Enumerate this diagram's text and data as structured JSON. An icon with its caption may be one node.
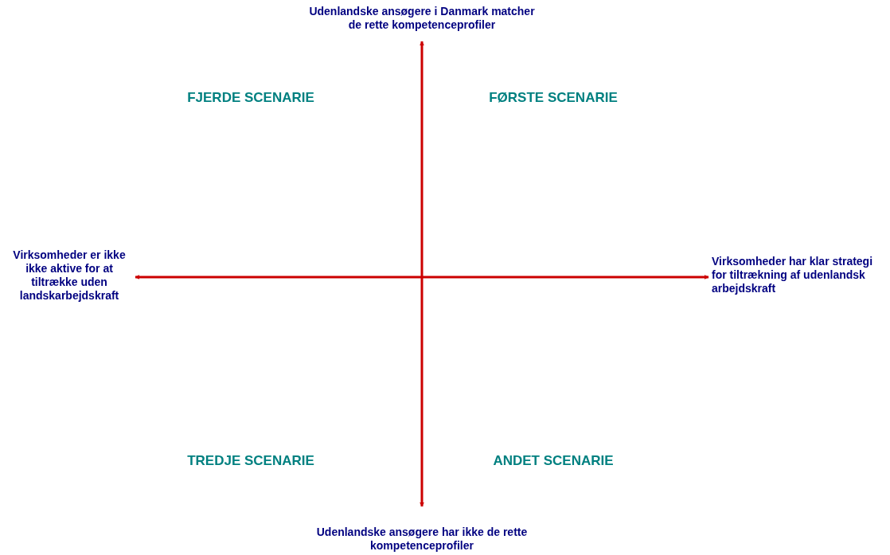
{
  "diagram": {
    "nodes": [
      {
        "text": [
          "Udenlandske ansøgere i Danmark matcher de rette kompetenceprofiler"
        ]
      },
      {
        "text": [
          "Virksomheder er ikke ikke aktive for at tiltrække uden landskarbejdskraft"
        ]
      },
      {
        "text": [
          "Virksomheder har klar strategi for tiltrækning af udenlandsk arbejdskraft"
        ]
      },
      {
        "text": [
          "Udenlandske ansøgere har ikke de rette kompetenceprofiler"
        ]
      }
    ],
    "edges": [
      {
        "from": 0,
        "to": 3,
        "arrow": "both"
      },
      {
        "from": 1,
        "to": 2,
        "arrow": "both"
      }
    ],
    "labels": [
      "FJERDE SCENARIE",
      "FØRSTE SCENARIE",
      "TREDJE SCENARIE",
      "ANDET SCENARIE"
    ]
  }
}
